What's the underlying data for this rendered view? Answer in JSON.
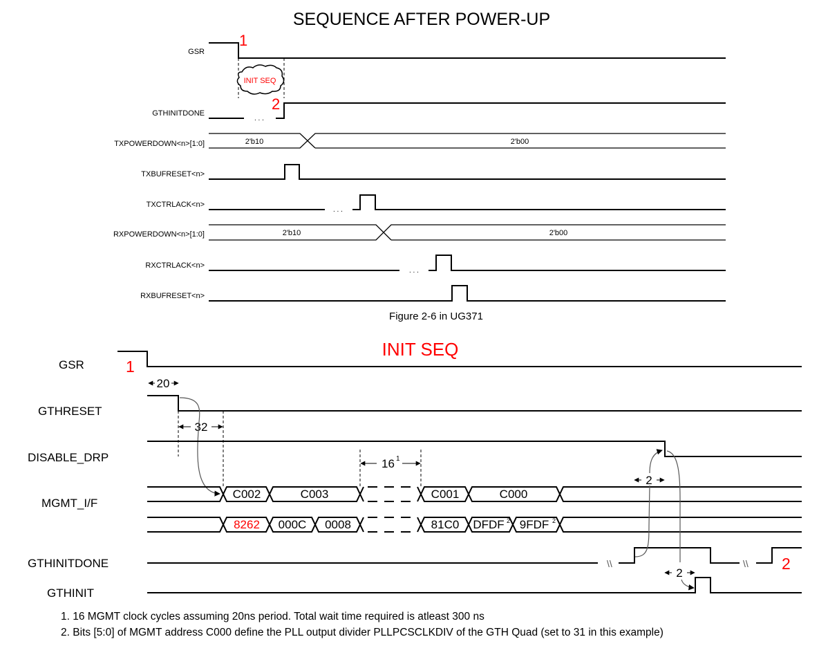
{
  "top": {
    "title": "SEQUENCE AFTER POWER-UP",
    "marker_1": "1",
    "marker_2": "2",
    "cloud_label": "INIT SEQ",
    "dots": ". . .",
    "signals": [
      "GSR",
      "GTHINITDONE",
      "TXPOWERDOWN<n>[1:0]",
      "TXBUFRESET<n>",
      "TXCTRLACK<n>",
      "RXPOWERDOWN<n>[1:0]",
      "RXCTRLACK<n>",
      "RXBUFRESET<n>"
    ],
    "txpowerdown_values": [
      "2'b10",
      "2'b00"
    ],
    "rxpowerdown_values": [
      "2'b10",
      "2'b00"
    ],
    "caption": "Figure 2-6 in UG371"
  },
  "bottom": {
    "title": "INIT SEQ",
    "marker_1": "1",
    "marker_2": "2",
    "signals": [
      "GSR",
      "GTHRESET",
      "DISABLE_DRP",
      "MGMT_I/F",
      "GTHINITDONE",
      "GTHINIT"
    ],
    "timing": {
      "t20": "20",
      "t32": "32",
      "t16": "16",
      "t16_note": "1",
      "t2a": "2",
      "t2b": "2"
    },
    "mgmt_addr": [
      "C002",
      "C003",
      "C001",
      "C000"
    ],
    "mgmt_data": [
      "8262",
      "000C",
      "0008",
      "81C0",
      "DFDF",
      "9FDF"
    ],
    "data_note": "2",
    "break_symbol": "\\\\",
    "colors": {
      "highlight": "#ff0000"
    }
  },
  "footnotes": [
    "1. 16 MGMT clock cycles assuming 20ns period. Total wait time required is atleast 300 ns",
    "2. Bits [5:0] of MGMT address C000 define the PLL output divider PLLPCSCLKDIV of the GTH Quad (set to 31 in this example)"
  ]
}
